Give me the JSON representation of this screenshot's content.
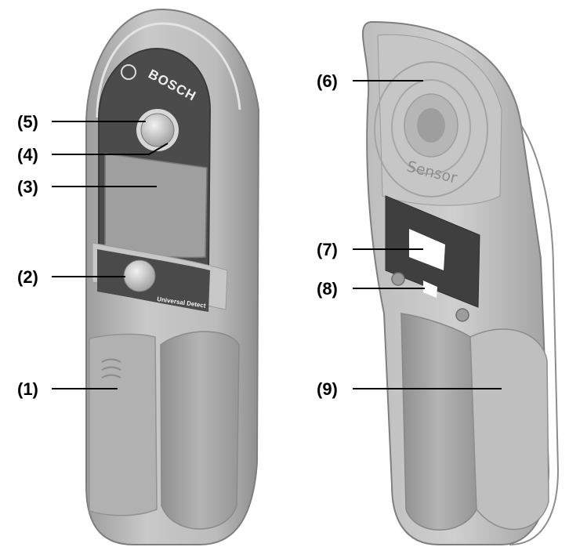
{
  "brand": {
    "logo": "BOSCH",
    "sensor_label": "Sensor",
    "product_label": "Universal Detect"
  },
  "callouts": [
    {
      "id": "1",
      "label": "(1)"
    },
    {
      "id": "2",
      "label": "(2)"
    },
    {
      "id": "3",
      "label": "(3)"
    },
    {
      "id": "4",
      "label": "(4)"
    },
    {
      "id": "5",
      "label": "(5)"
    },
    {
      "id": "6",
      "label": "(6)"
    },
    {
      "id": "7",
      "label": "(7)"
    },
    {
      "id": "8",
      "label": "(8)"
    },
    {
      "id": "9",
      "label": "(9)"
    }
  ],
  "colors": {
    "body": "#b9b9b9",
    "panel": "#4a4a4a",
    "screen": "#9e9e9e",
    "outline": "#8a8a8a"
  },
  "icons": {
    "brand_logo": "bosch-armature-icon"
  }
}
